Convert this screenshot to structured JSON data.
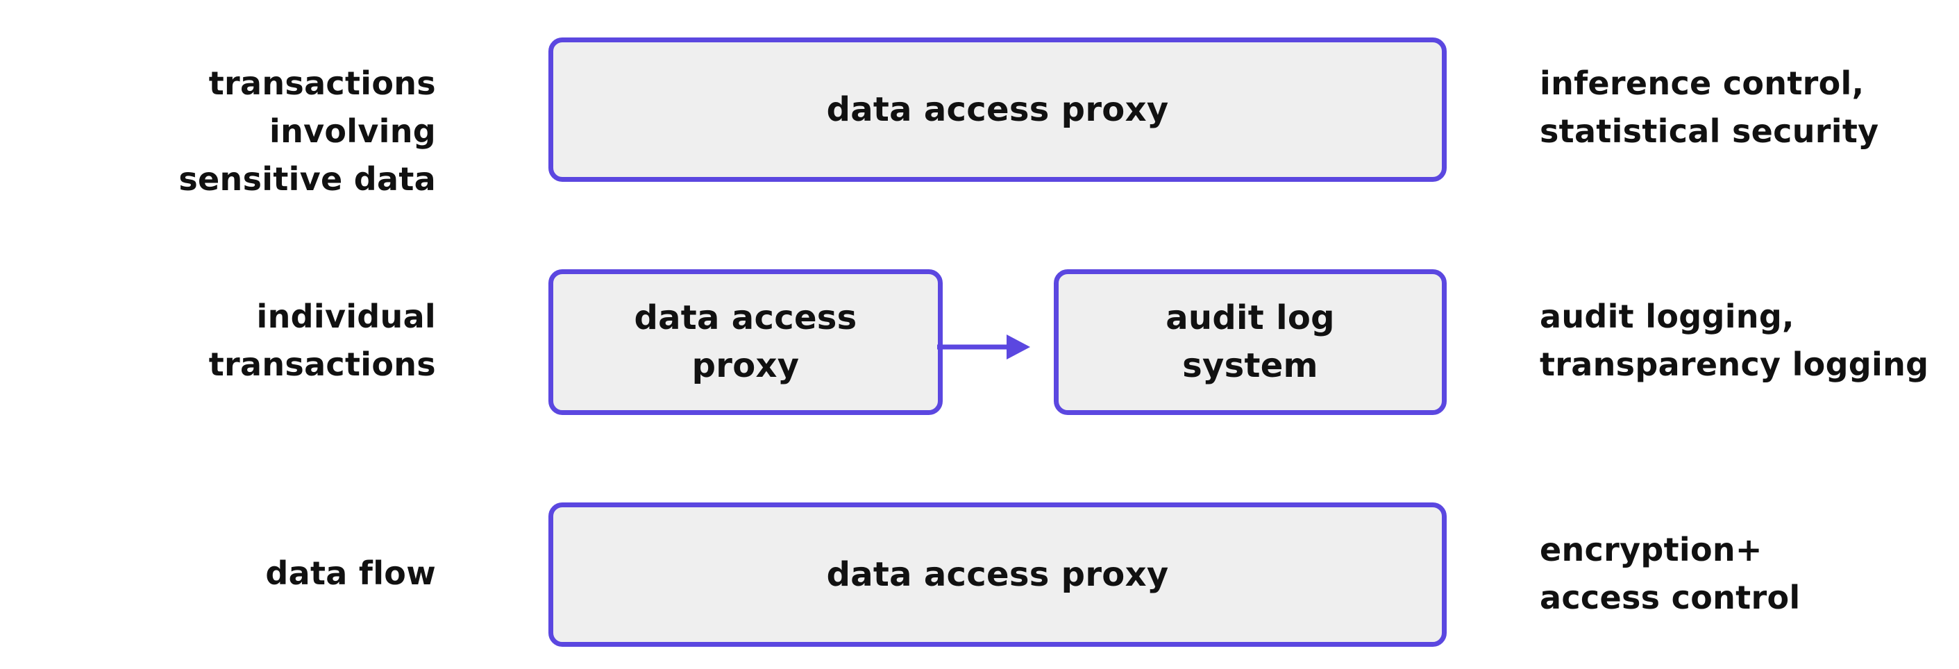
{
  "rows": [
    {
      "left_label": [
        "transactions involving",
        "sensitive data"
      ],
      "boxes": [
        [
          "data access proxy"
        ]
      ],
      "right_label": [
        "inference control,",
        "statistical security"
      ]
    },
    {
      "left_label": [
        "individual",
        "transactions"
      ],
      "boxes": [
        [
          "data access",
          "proxy"
        ],
        [
          "audit log",
          "system"
        ]
      ],
      "right_label": [
        "audit logging,",
        "transparency logging"
      ]
    },
    {
      "left_label": [
        "data flow"
      ],
      "boxes": [
        [
          "data access proxy"
        ]
      ],
      "right_label": [
        "encryption+",
        "access control"
      ]
    }
  ],
  "colors": {
    "box_border": "#5b47e0",
    "box_fill": "#efefef",
    "arrow": "#5b47e0",
    "text": "#111111"
  }
}
